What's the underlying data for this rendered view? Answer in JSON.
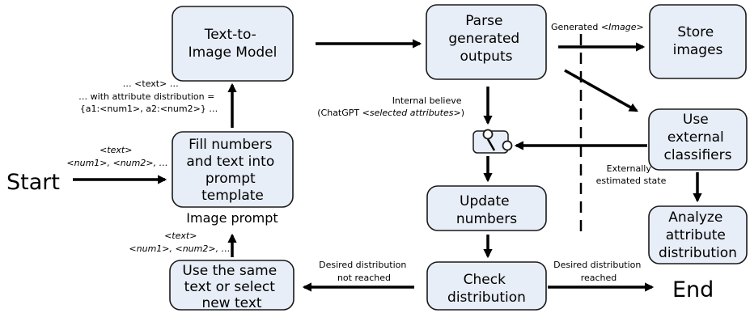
{
  "nodes": {
    "text_to_image": [
      "Text-to-",
      "Image Model"
    ],
    "parse_outputs": [
      "Parse",
      "generated",
      "outputs"
    ],
    "store_images": [
      "Store",
      "images"
    ],
    "external_classifiers": [
      "Use",
      "external",
      "classifiers"
    ],
    "analyze_distribution": [
      "Analyze",
      "attribute",
      "distribution"
    ],
    "fill_template": [
      "Fill numbers",
      "and text into",
      "prompt",
      "template"
    ],
    "update_numbers": [
      "Update",
      "numbers"
    ],
    "check_distribution": [
      "Check",
      "distribution"
    ],
    "select_text": [
      "Use the same",
      "text or select",
      "new text"
    ]
  },
  "terminals": {
    "start": "Start",
    "end": "End"
  },
  "captions": {
    "image_prompt": "Image prompt"
  },
  "labels": {
    "prompt_content": [
      "… <text> …",
      "… with attribute distribution =",
      "{a1:<num1>, a2:<num2>} …"
    ],
    "start_input": [
      "<text>",
      "<num1>, <num2>, …"
    ],
    "select_output": [
      "<text>",
      "<num1>, <num2>, …"
    ],
    "generated_image": {
      "prefix": "Generated ",
      "italic": "<Image>"
    },
    "internal_belief": {
      "line1": "Internal believe",
      "prefix": "(ChatGPT ",
      "italic": "<selected attributes>",
      "suffix": ")"
    },
    "external_state": [
      "Externally",
      "estimated state"
    ],
    "not_reached": [
      "Desired distribution",
      "not reached"
    ],
    "reached": [
      "Desired distribution",
      "reached"
    ]
  },
  "icons": {
    "switch": "switch-icon"
  }
}
